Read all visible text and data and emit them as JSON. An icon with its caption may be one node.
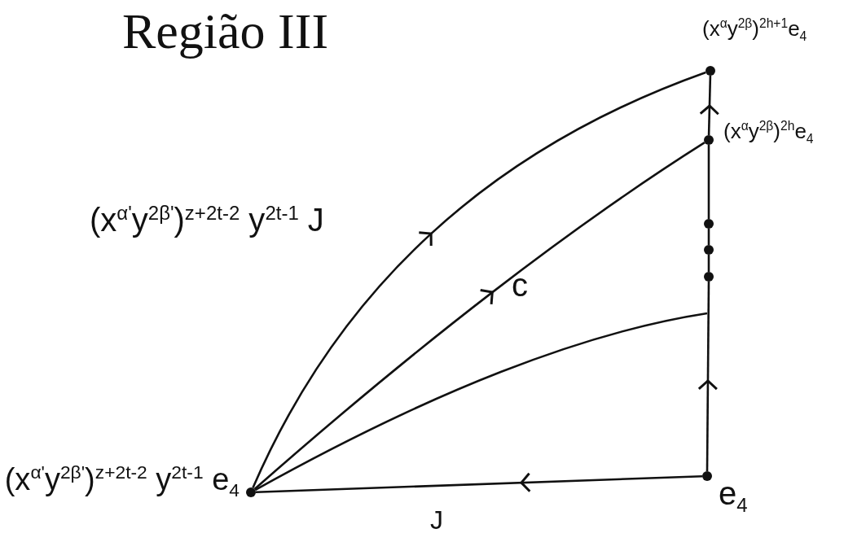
{
  "diagram": {
    "title": "Região III",
    "nodes": [
      {
        "text": [],
        "shape": "circle",
        "beside": [
          "(x$^{α'}$y$^{2β'}$)$^{z+2}$$^{t-2}$ y$^{2}$$^{t}$$^{-1}$ e$_{4}$"
        ]
      },
      {
        "text": [],
        "shape": "circle",
        "beside": [
          "e$_{4}$"
        ]
      },
      {
        "text": [],
        "shape": "circle",
        "beside": [
          "(x$^{α}$y$^{2β}$)$^{2h+1}$e$_{4}$"
        ]
      },
      {
        "text": [],
        "shape": "circle",
        "beside": [
          "(x$^{α}$y$^{2β}$)$^{2h}$e$_{4}$"
        ]
      },
      {
        "text": [],
        "shape": "circle"
      },
      {
        "text": [],
        "shape": "circle"
      },
      {
        "text": [],
        "shape": "circle"
      }
    ],
    "edges": [
      {
        "from": 1,
        "to": 0,
        "arrow": "to",
        "label": "J"
      },
      {
        "from": 0,
        "to": 2,
        "arrow": "to",
        "label": "(x$^{α'}$y$^{2β'}$)$^{z+2}$$^{t-2}$ y$^{2}$$^{t}$$^{-1}$ J"
      },
      {
        "from": 0,
        "to": 3,
        "arrow": "to",
        "label": "c"
      },
      {
        "from": 0,
        "to": null,
        "arrow": "none"
      },
      {
        "from": 1,
        "to": 6,
        "arrow": "to"
      },
      {
        "from": 6,
        "to": 5,
        "arrow": "none"
      },
      {
        "from": 5,
        "to": 4,
        "arrow": "none"
      },
      {
        "from": 4,
        "to": 3,
        "arrow": "none"
      },
      {
        "from": 3,
        "to": 2,
        "arrow": "to"
      }
    ]
  }
}
